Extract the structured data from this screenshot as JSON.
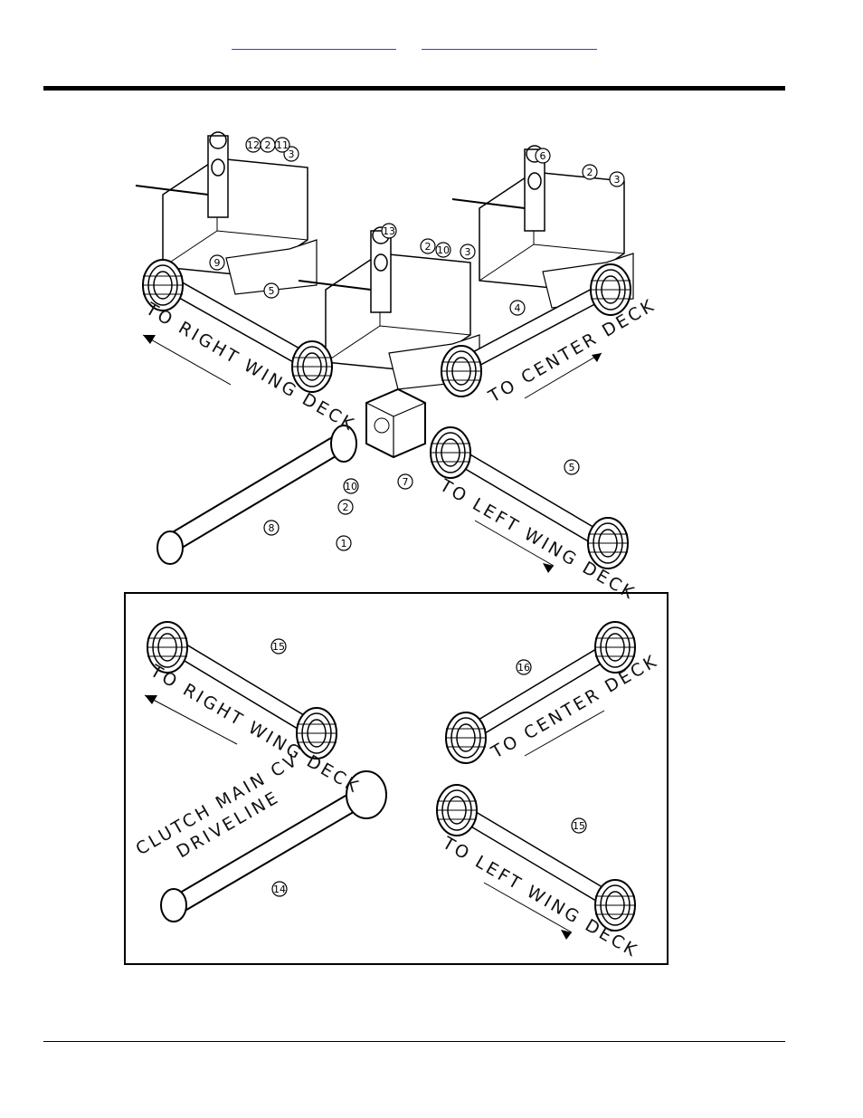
{
  "callouts_top": [
    "1",
    "2",
    "3",
    "4",
    "5",
    "6",
    "7",
    "8",
    "9",
    "10",
    "11",
    "12",
    "13"
  ],
  "callouts_bottom": [
    "14",
    "15",
    "16"
  ],
  "labels": {
    "right_wing": "TO RIGHT WING DECK",
    "center": "TO CENTER DECK",
    "left_wing": "TO LEFT WING DECK",
    "clutch_line1": "CLUTCH MAIN CV",
    "clutch_line2": "DRIVELINE"
  }
}
